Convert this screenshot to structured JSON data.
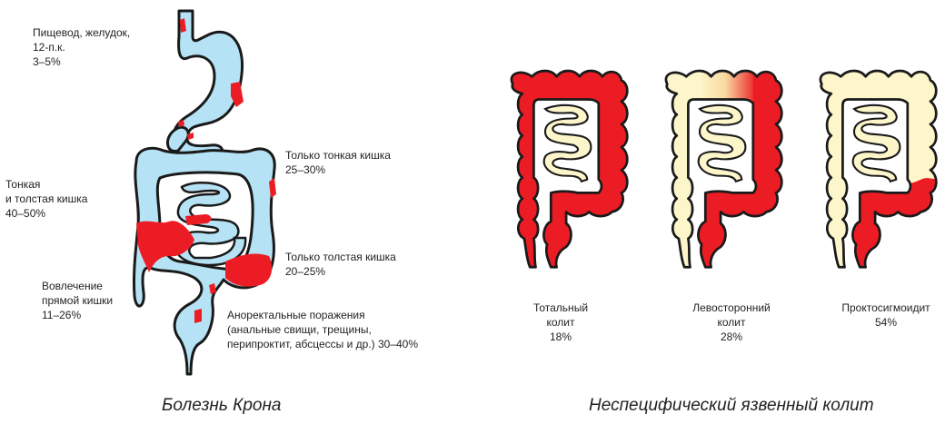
{
  "colors": {
    "inflamed": "#ec1c24",
    "healthy_crohn": "#b5e2f4",
    "healthy_colitis": "#fcf6ca",
    "outline": "#1a1a1a"
  },
  "crohn": {
    "caption": "Болезнь Крона",
    "labels": {
      "esophagus": [
        "Пищевод, желудок,",
        "12-п.к.",
        "3–5%"
      ],
      "small_only": [
        "Только тонкая кишка",
        "25–30%"
      ],
      "small_and_large": [
        "Тонкая",
        "и толстая кишка",
        "40–50%"
      ],
      "large_only": [
        "Только толстая кишка",
        "20–25%"
      ],
      "rectum": [
        "Вовлечение",
        "прямой кишки",
        "11–26%"
      ],
      "anorectal": [
        "Аноректальные поражения",
        "(анальные свищи, трещины,",
        "перипроктит, абсцессы и др.) 30–40%"
      ]
    }
  },
  "colitis": {
    "caption": "Неспецифический язвенный колит",
    "types": [
      {
        "lines": [
          "Тотальный",
          "колит",
          "18%"
        ]
      },
      {
        "lines": [
          "Левосторонний",
          "колит",
          "28%"
        ]
      },
      {
        "lines": [
          "Проктосигмоидит",
          "54%"
        ]
      }
    ]
  }
}
